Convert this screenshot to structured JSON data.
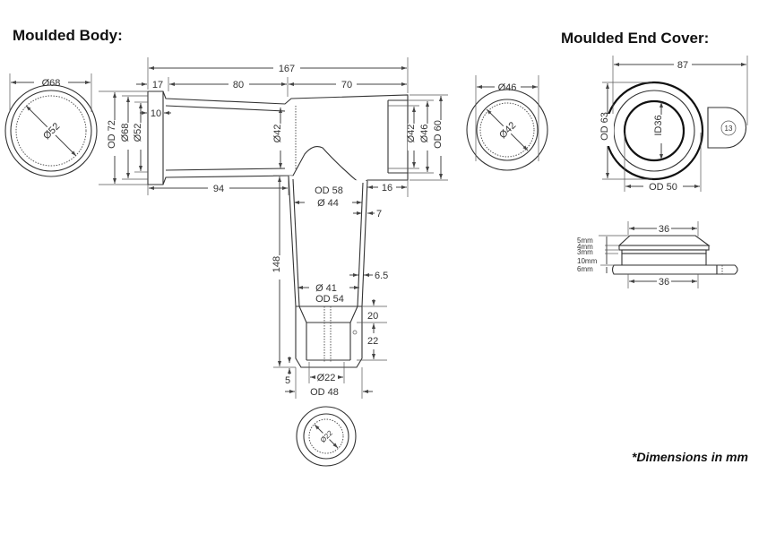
{
  "headings": {
    "body": "Moulded Body:",
    "cover": "Moulded End Cover:"
  },
  "note": "*Dimensions in mm",
  "body_left_end": {
    "outer_dia": "Ø68",
    "inner_dia": "Ø52"
  },
  "body_side": {
    "overall_length": "167",
    "socket_length": "17",
    "taper_length": "80",
    "right_length": "70",
    "socket_depth": "10",
    "od_left": "OD 72",
    "dia_68": "Ø68",
    "dia_52": "Ø52",
    "bore_left": "Ø42",
    "bore_right": "Ø42",
    "dia_46": "Ø46",
    "od_right": "OD 60",
    "to_branch": "94",
    "branch_offset": "16"
  },
  "body_right_end": {
    "outer_dia": "Ø46",
    "inner_dia": "Ø42"
  },
  "branch": {
    "od_top": "OD 58",
    "id_top": "Ø 44",
    "wall_top": "7",
    "length": "148",
    "wall_bottom": "6.5",
    "id_bottom": "Ø 41",
    "od_bottom": "OD 54",
    "taper_h": "20",
    "neck_h": "22",
    "lip_h": "5",
    "outlet_dia": "Ø22",
    "outlet_od": "OD 48"
  },
  "branch_end": {
    "inner_dia": "Ø22"
  },
  "cover_top": {
    "width": "87",
    "od": "OD 63",
    "id": "ID36",
    "od50": "OD 50",
    "tab_label": "13"
  },
  "cover_side": {
    "top_width": "36",
    "bottom_width": "36",
    "layers": [
      "5mm",
      "4mm",
      "3mm",
      "10mm",
      "6mm"
    ]
  }
}
